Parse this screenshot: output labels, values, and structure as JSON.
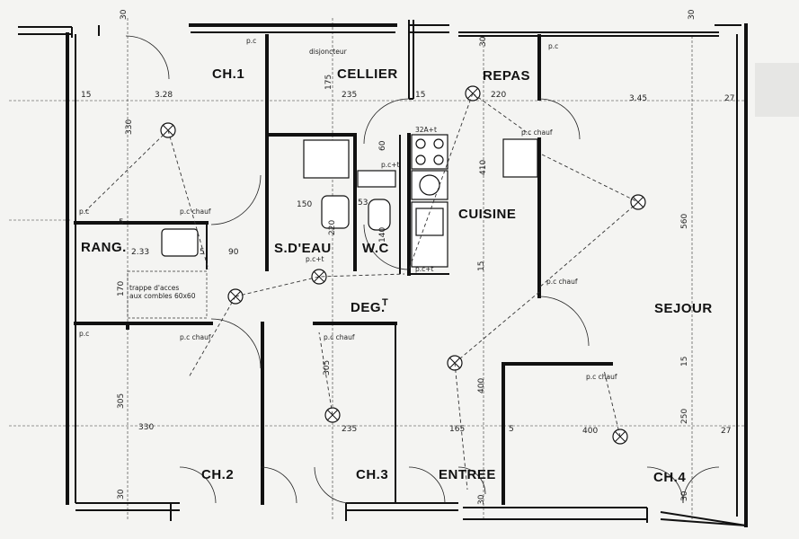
{
  "rooms": {
    "ch1": "CH.1",
    "cellier": "CELLIER",
    "repas": "REPAS",
    "cuisine": "CUISINE",
    "rang": "RANG.",
    "sdeau": "S.D'EAU",
    "wc": "W.C",
    "deg": "DEG.",
    "deg_sup": "T",
    "sejour": "SEJOUR",
    "ch2": "CH.2",
    "ch3": "CH.3",
    "entree": "ENTREE",
    "ch4": "CH.4"
  },
  "dimensions": {
    "d15_top": "15",
    "d328": "3.28",
    "d30_top_left": "30",
    "d175": "175",
    "d235_top": "235",
    "d30_top_mid": "30",
    "d15_mid": "15",
    "d220": "220",
    "d345": "3.45",
    "d27_top": "27",
    "d30_top_right": "30",
    "d330_left": "330",
    "d410": "410",
    "d560": "560",
    "d150": "150",
    "d60": "60",
    "d53": "53",
    "d220_v": "220",
    "d140": "140",
    "d233": "2.33",
    "d90": "90",
    "d5a": "5",
    "d5b": "5",
    "d15_kit": "15",
    "d170": "170",
    "d305_left": "305",
    "d305_mid": "305",
    "d400_v": "400",
    "d15_right": "15",
    "d330_bottom": "330",
    "d235_bottom": "235",
    "d165": "165",
    "d5c": "5",
    "d400_h": "400",
    "d27_bottom": "27",
    "d250": "250",
    "d30_bl": "30",
    "d30_bm": "30",
    "d30_br": "30"
  },
  "notes": {
    "disjoncteur": "disjoncteur",
    "pc1": "p.c",
    "pc2": "p.c",
    "pc3": "p.c",
    "pc4": "p.c",
    "pc_chauf1": "p.c chauf",
    "pc_chauf2": "p.c chauf",
    "pc_chauf3": "p.c chauf",
    "pc_chauf4": "p.c chauf",
    "pc_chauf5": "p.c chauf",
    "pc_chauf6": "p.c chauf",
    "pc_plus": "p.c+t",
    "pc_plus2": "p.c+t",
    "pc_plus3": "p.c+t",
    "amp": "32A+t",
    "trappe1": "trappe d'acces",
    "trappe2": "aux combles 60x60"
  }
}
